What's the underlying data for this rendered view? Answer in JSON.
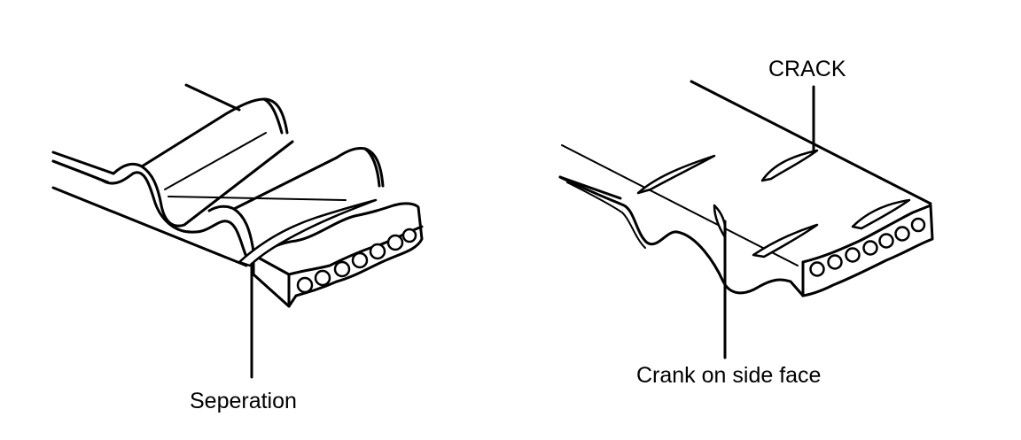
{
  "labels": {
    "left": "Seperation",
    "right_top": "CRACK",
    "right_bottom": "Crank on side face"
  },
  "colors": {
    "line": "#000000",
    "background": "#ffffff"
  }
}
